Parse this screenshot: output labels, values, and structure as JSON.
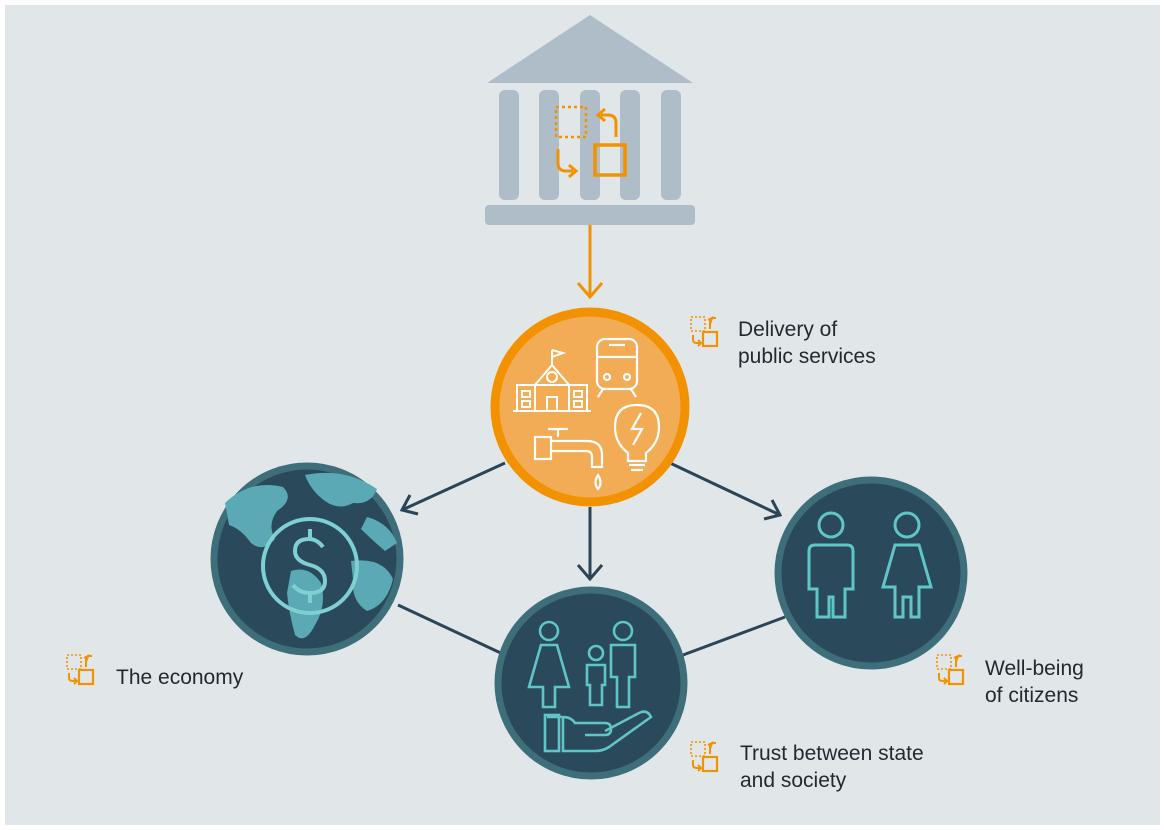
{
  "colors": {
    "background": "#e1e6e9",
    "building": "#aebdc7",
    "accent_orange": "#f39200",
    "service_fill": "#f1ac55",
    "circle_dark": "#2a4a5b",
    "circle_border": "#3d6e7a",
    "icon_teal": "#5fc5c6",
    "arrow_dark": "#2b4556"
  },
  "icons": {
    "government": "classical-building-icon",
    "transition": "swap-squares-icon",
    "services": [
      "school-icon",
      "train-icon",
      "water-tap-icon",
      "light-bulb-icon"
    ],
    "economy": "dollar-coin-globe-icon",
    "trust": "family-on-hand-icon",
    "wellbeing": "man-and-woman-icon"
  },
  "nodes": {
    "services": {
      "line1": "Delivery of",
      "line2": "public services"
    },
    "economy": {
      "line1": "The economy"
    },
    "wellbeing": {
      "line1": "Well-being",
      "line2": "of citizens"
    },
    "trust": {
      "line1": "Trust between state",
      "line2": "and society"
    }
  }
}
